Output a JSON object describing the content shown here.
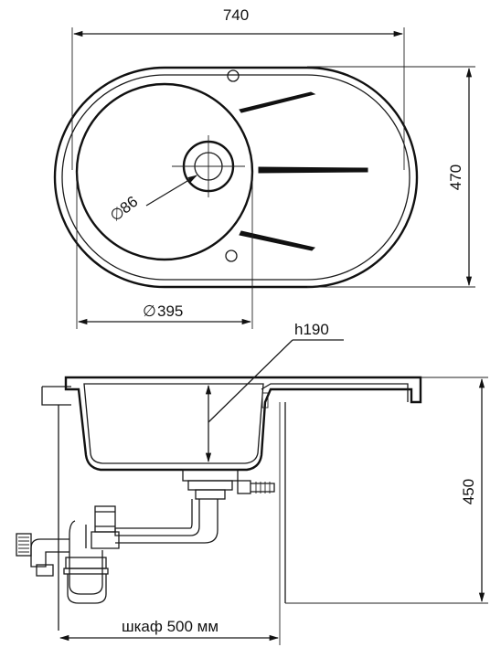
{
  "dimensions": {
    "width": "740",
    "depth": "470",
    "bowl_diameter": "395",
    "drain_diameter": "86",
    "bowl_depth": "h190",
    "height": "450",
    "cabinet": "шкаф 500 мм"
  },
  "symbols": {
    "diameter": "∅"
  }
}
